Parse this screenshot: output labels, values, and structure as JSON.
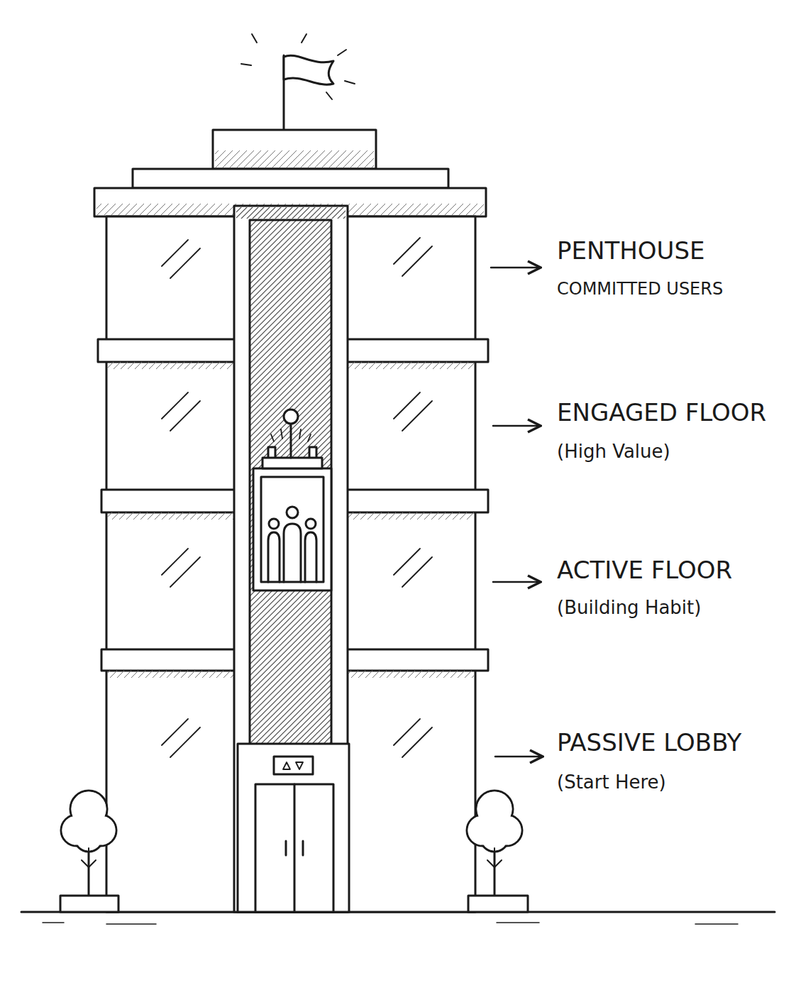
{
  "diagram": {
    "labels": [
      "PENTHOUSE",
      "COMMITTED USERS",
      "ENGAGED FLOOR",
      "(High Value)",
      "ACTIVE FLOOR",
      "(Building Habit)",
      "PASSIVE LOBBY",
      "(Start Here)"
    ]
  }
}
